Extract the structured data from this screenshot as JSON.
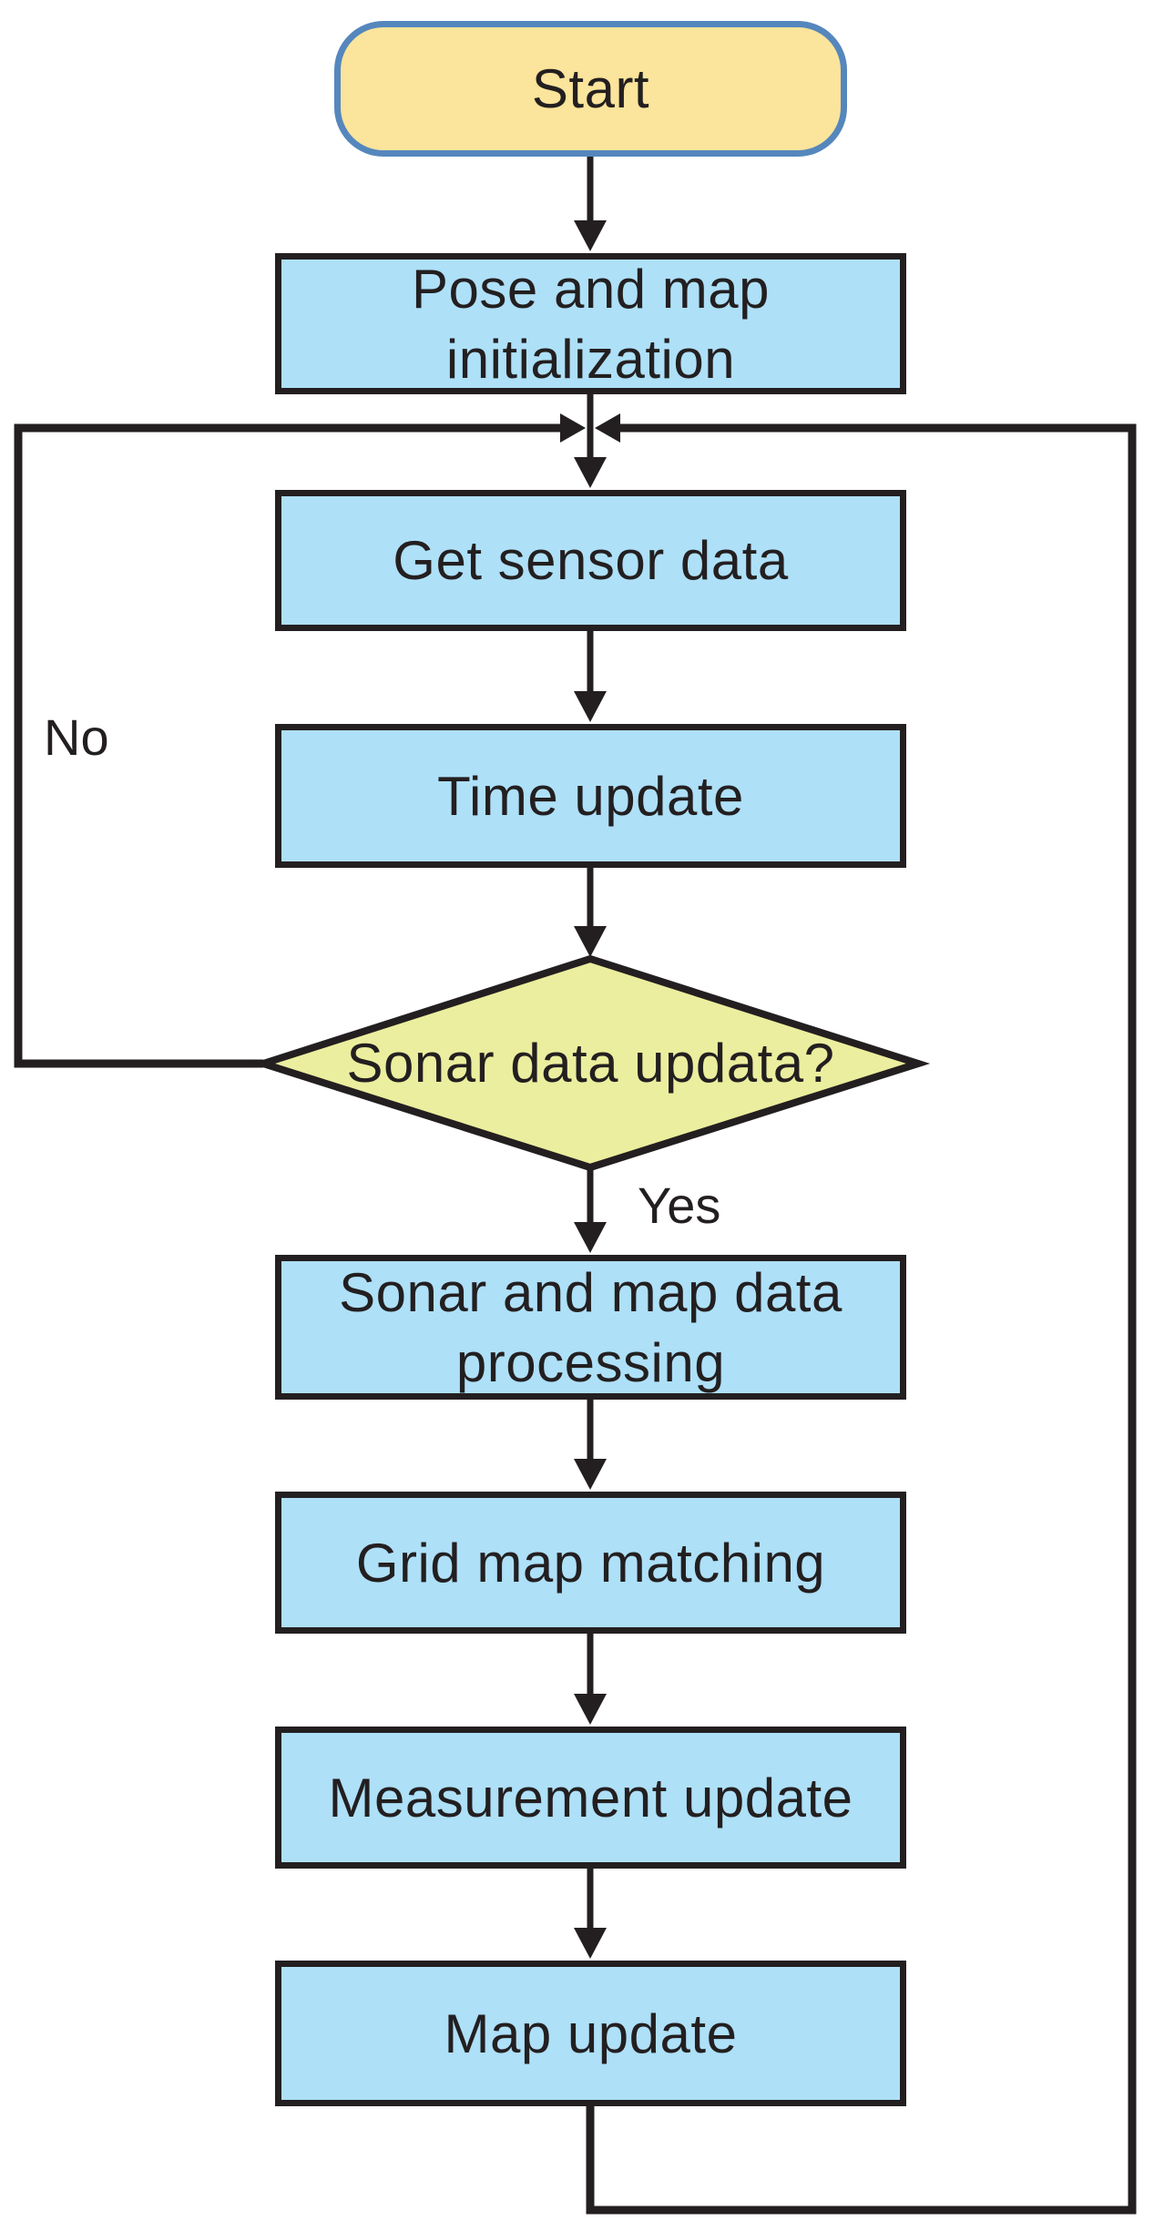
{
  "colors": {
    "bg": "#ffffff",
    "line_color": "#231F20",
    "text_color": "#231F20",
    "start_fill": "#FBE49B",
    "start_border": "#5587BD",
    "process_fill": "#AEE0F8",
    "decision_fill": "#EBEE9E"
  },
  "flowchart": {
    "nodes": [
      {
        "id": "start",
        "type": "terminator",
        "label": "Start",
        "lines": [
          "Start"
        ]
      },
      {
        "id": "pose_init",
        "type": "process",
        "label": "Pose and map initialization",
        "lines": [
          "Pose and map",
          "initialization"
        ]
      },
      {
        "id": "get_sensor",
        "type": "process",
        "label": "Get sensor data",
        "lines": [
          "Get sensor data"
        ]
      },
      {
        "id": "time_update",
        "type": "process",
        "label": "Time update",
        "lines": [
          "Time update"
        ]
      },
      {
        "id": "sonar_decision",
        "type": "decision",
        "label": "Sonar data updata?",
        "lines": [
          "Sonar data updata?"
        ]
      },
      {
        "id": "sonar_processing",
        "type": "process",
        "label": "Sonar and map data processing",
        "lines": [
          "Sonar and map data",
          "processing"
        ]
      },
      {
        "id": "grid_matching",
        "type": "process",
        "label": "Grid map matching",
        "lines": [
          "Grid map matching"
        ]
      },
      {
        "id": "measurement_update",
        "type": "process",
        "label": "Measurement update",
        "lines": [
          "Measurement update"
        ]
      },
      {
        "id": "map_update",
        "type": "process",
        "label": "Map update",
        "lines": [
          "Map update"
        ]
      }
    ],
    "edges": [
      {
        "from": "start",
        "to": "pose_init",
        "label": ""
      },
      {
        "from": "pose_init",
        "to": "get_sensor",
        "label": ""
      },
      {
        "from": "get_sensor",
        "to": "time_update",
        "label": ""
      },
      {
        "from": "time_update",
        "to": "sonar_decision",
        "label": ""
      },
      {
        "from": "sonar_decision",
        "to": "sonar_processing",
        "label": "Yes"
      },
      {
        "from": "sonar_decision",
        "to": "get_sensor",
        "label": "No"
      },
      {
        "from": "sonar_processing",
        "to": "grid_matching",
        "label": ""
      },
      {
        "from": "grid_matching",
        "to": "measurement_update",
        "label": ""
      },
      {
        "from": "measurement_update",
        "to": "map_update",
        "label": ""
      },
      {
        "from": "map_update",
        "to": "get_sensor",
        "label": ""
      }
    ]
  }
}
